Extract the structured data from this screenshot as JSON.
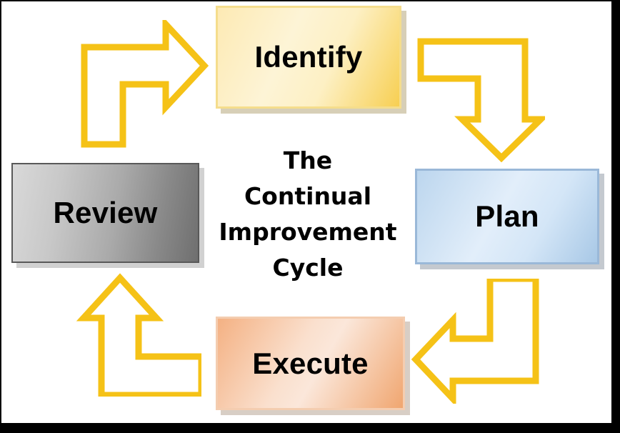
{
  "diagram": {
    "title": "The Continual Improvement Cycle",
    "caption_lines": [
      "The",
      "Continual",
      "Improvement",
      "Cycle"
    ],
    "accent_color": "#F5C217",
    "background_color": "#FFFFFF",
    "frame_color": "#000000",
    "stages": [
      {
        "id": "identify",
        "label": "Identify",
        "position": "top",
        "fill_color": "#FDEAB4",
        "border_color": "#F5DD8C",
        "text_color": "#000000"
      },
      {
        "id": "plan",
        "label": "Plan",
        "position": "right",
        "fill_color": "#BCD6EE",
        "border_color": "#9AB8D8",
        "text_color": "#000000"
      },
      {
        "id": "execute",
        "label": "Execute",
        "position": "bottom",
        "fill_color": "#F4B183",
        "border_color": "#F4CDB0",
        "text_color": "#000000"
      },
      {
        "id": "review",
        "label": "Review",
        "position": "left",
        "fill_color": "#AAAAAA",
        "border_color": "#595959",
        "text_color": "#000000"
      }
    ],
    "arrows": [
      {
        "id": "review-to-identify",
        "from": "Review",
        "to": "Identify",
        "shape": "bent-up-right",
        "color": "#F5C217"
      },
      {
        "id": "identify-to-plan",
        "from": "Identify",
        "to": "Plan",
        "shape": "bent-right-down",
        "color": "#F5C217"
      },
      {
        "id": "plan-to-execute",
        "from": "Plan",
        "to": "Execute",
        "shape": "bent-down-left",
        "color": "#F5C217"
      },
      {
        "id": "execute-to-review",
        "from": "Execute",
        "to": "Review",
        "shape": "bent-left-up",
        "color": "#F5C217"
      }
    ]
  }
}
